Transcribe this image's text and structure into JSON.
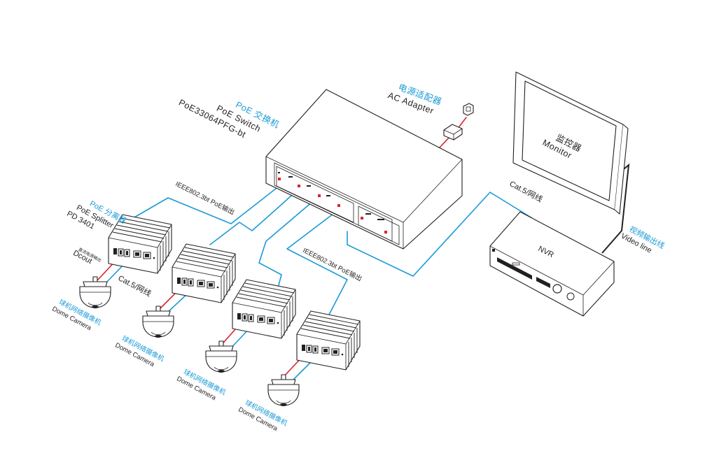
{
  "switch": {
    "name_cn": "PoE 交换机",
    "name_en": "PoE  Switch",
    "model": "PoE33064PFG-bt"
  },
  "adapter": {
    "name_cn": "电源适配器",
    "name_en": "AC Adapter"
  },
  "monitor": {
    "name_cn": "监控器",
    "name_en": "Monitor"
  },
  "nvr": {
    "label": "NVR"
  },
  "video_line": {
    "name_cn": "视频输出线",
    "name_en": "Video line"
  },
  "uplink_cable": {
    "label": "Cat.5/网线"
  },
  "poe_output": {
    "label_1": "IEEE802.3bt PoE输出",
    "label_2": "IEEE802.3bt PoE输出"
  },
  "splitter": {
    "name_cn": "PoE 分离器",
    "name_en": "PoE Splitter",
    "model": "PD 3401",
    "dc_cn": "直流电源输出",
    "dc_en": "Dcout"
  },
  "camera_cable": {
    "label": "Cat.5/网线"
  },
  "cameras": [
    {
      "name_cn": "球机网络摄像机",
      "name_en": "Dome Camera"
    },
    {
      "name_cn": "球机网络摄像机",
      "name_en": "Dome Camera"
    },
    {
      "name_cn": "球机网络摄像机",
      "name_en": "Dome Camera"
    },
    {
      "name_cn": "球机网络摄像机",
      "name_en": "Dome Camera"
    }
  ],
  "colors": {
    "data_cable": "#1a9ad6",
    "power_cable": "#d7262f",
    "outline": "#231f20"
  }
}
